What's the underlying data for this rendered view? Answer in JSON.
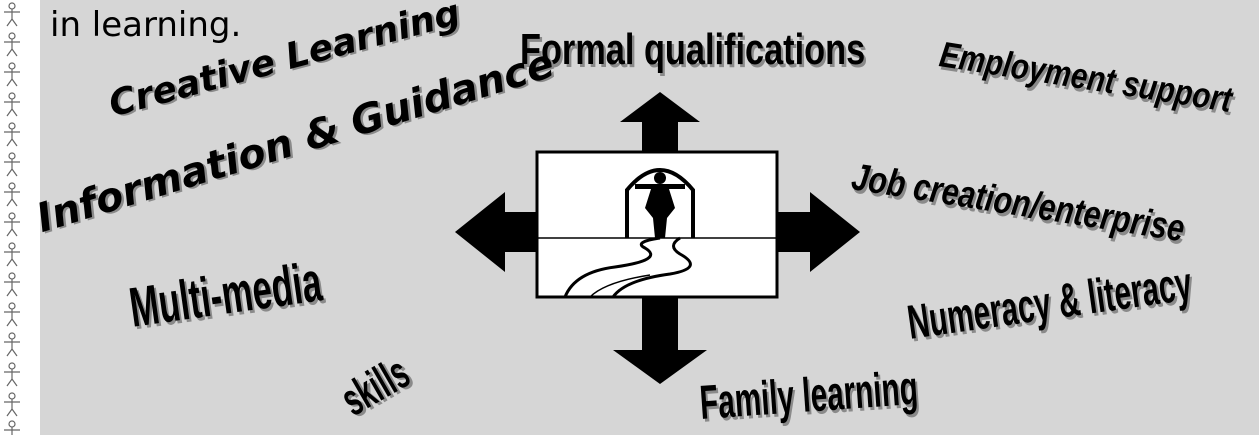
{
  "intro_text": "in learning.",
  "labels": {
    "formal_qualifications": "Formal qualifications",
    "employment_support": "Employment support",
    "creative_learning": "Creative Learning",
    "information_guidance": "Information & Guidance",
    "job_creation": "Job creation/enterprise",
    "multi_media": "Multi-media",
    "numeracy_literacy": "Numeracy & literacy",
    "skills": "skills",
    "family_learning": "Family learning"
  },
  "colors": {
    "panel_background": "#d6d6d6",
    "text": "#000000",
    "text_shadow": "#8a8a8a",
    "arrow_fill": "#000000",
    "box_fill": "#ffffff"
  },
  "icons": {
    "center": "figure-in-doorway-with-winding-path-icon",
    "border": "person-outline-icon"
  }
}
